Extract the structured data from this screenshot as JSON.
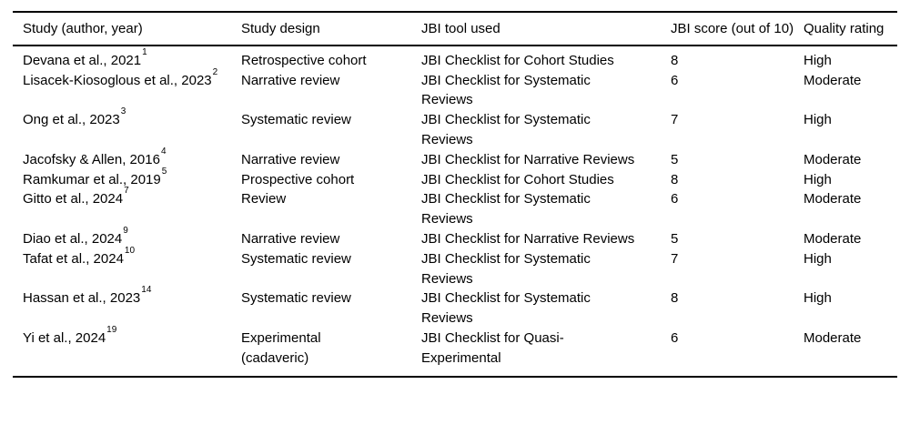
{
  "table": {
    "columns": [
      {
        "label": "Study (author, year)"
      },
      {
        "label": "Study design"
      },
      {
        "label": "JBI tool used"
      },
      {
        "label": "JBI score (out of 10)"
      },
      {
        "label": "Quality rating"
      }
    ],
    "rows": [
      {
        "study": "Devana et al., 2021",
        "ref": "1",
        "design": "Retrospective cohort",
        "tool": "JBI Checklist for Cohort Studies",
        "score": "8",
        "rating": "High"
      },
      {
        "study": "Lisacek-Kiosoglous et al., 2023",
        "ref": "2",
        "design": "Narrative review",
        "tool": "JBI Checklist for Systematic Reviews",
        "score": "6",
        "rating": "Moderate"
      },
      {
        "study": "Ong et al., 2023",
        "ref": "3",
        "design": "Systematic review",
        "tool": "JBI Checklist for Systematic Reviews",
        "score": "7",
        "rating": "High"
      },
      {
        "study": "Jacofsky & Allen, 2016",
        "ref": "4",
        "design": "Narrative review",
        "tool": "JBI Checklist for Narrative Reviews",
        "score": "5",
        "rating": "Moderate"
      },
      {
        "study": "Ramkumar et al., 2019",
        "ref": "5",
        "design": "Prospective cohort",
        "tool": "JBI Checklist for Cohort Studies",
        "score": "8",
        "rating": "High"
      },
      {
        "study": "Gitto et al., 2024",
        "ref": "7",
        "design": "Review",
        "tool": "JBI Checklist for Systematic Reviews",
        "score": "6",
        "rating": "Moderate"
      },
      {
        "study": "Diao et al., 2024",
        "ref": "9",
        "design": "Narrative review",
        "tool": "JBI Checklist for Narrative Reviews",
        "score": "5",
        "rating": "Moderate"
      },
      {
        "study": "Tafat et al., 2024",
        "ref": "10",
        "design": "Systematic review",
        "tool": "JBI Checklist for Systematic Reviews",
        "score": "7",
        "rating": "High"
      },
      {
        "study": "Hassan et al., 2023",
        "ref": "14",
        "design": "Systematic review",
        "tool": "JBI Checklist for Systematic Reviews",
        "score": "8",
        "rating": "High"
      },
      {
        "study": "Yi et al., 2024",
        "ref": "19",
        "design": "Experimental (cadaveric)",
        "tool": "JBI Checklist for Quasi-Experimental",
        "score": "6",
        "rating": "Moderate"
      }
    ]
  }
}
